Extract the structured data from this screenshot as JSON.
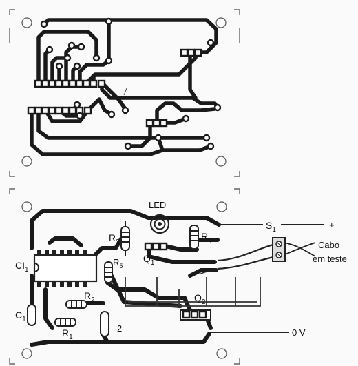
{
  "labels": {
    "led": "LED",
    "ci1_main": "CI",
    "ci1_sub": "1",
    "r1_main": "R",
    "r1_sub": "1",
    "r2_main": "R",
    "r2_sub": "2",
    "r2_value": "2",
    "r3_main": "R",
    "r3_sub": "3",
    "r4_main": "R",
    "r4_sub": "4",
    "r5_main": "R",
    "r5_sub": "5",
    "c1_main": "C",
    "c1_sub": "1",
    "q1_main": "Q",
    "q1_sub": "1",
    "q2_main": "Q",
    "q2_sub": "2",
    "s1_main": "S",
    "s1_sub": "1",
    "plus": "+",
    "cable_line1": "Cabo",
    "cable_line2": "em teste",
    "ground": "0 V"
  }
}
